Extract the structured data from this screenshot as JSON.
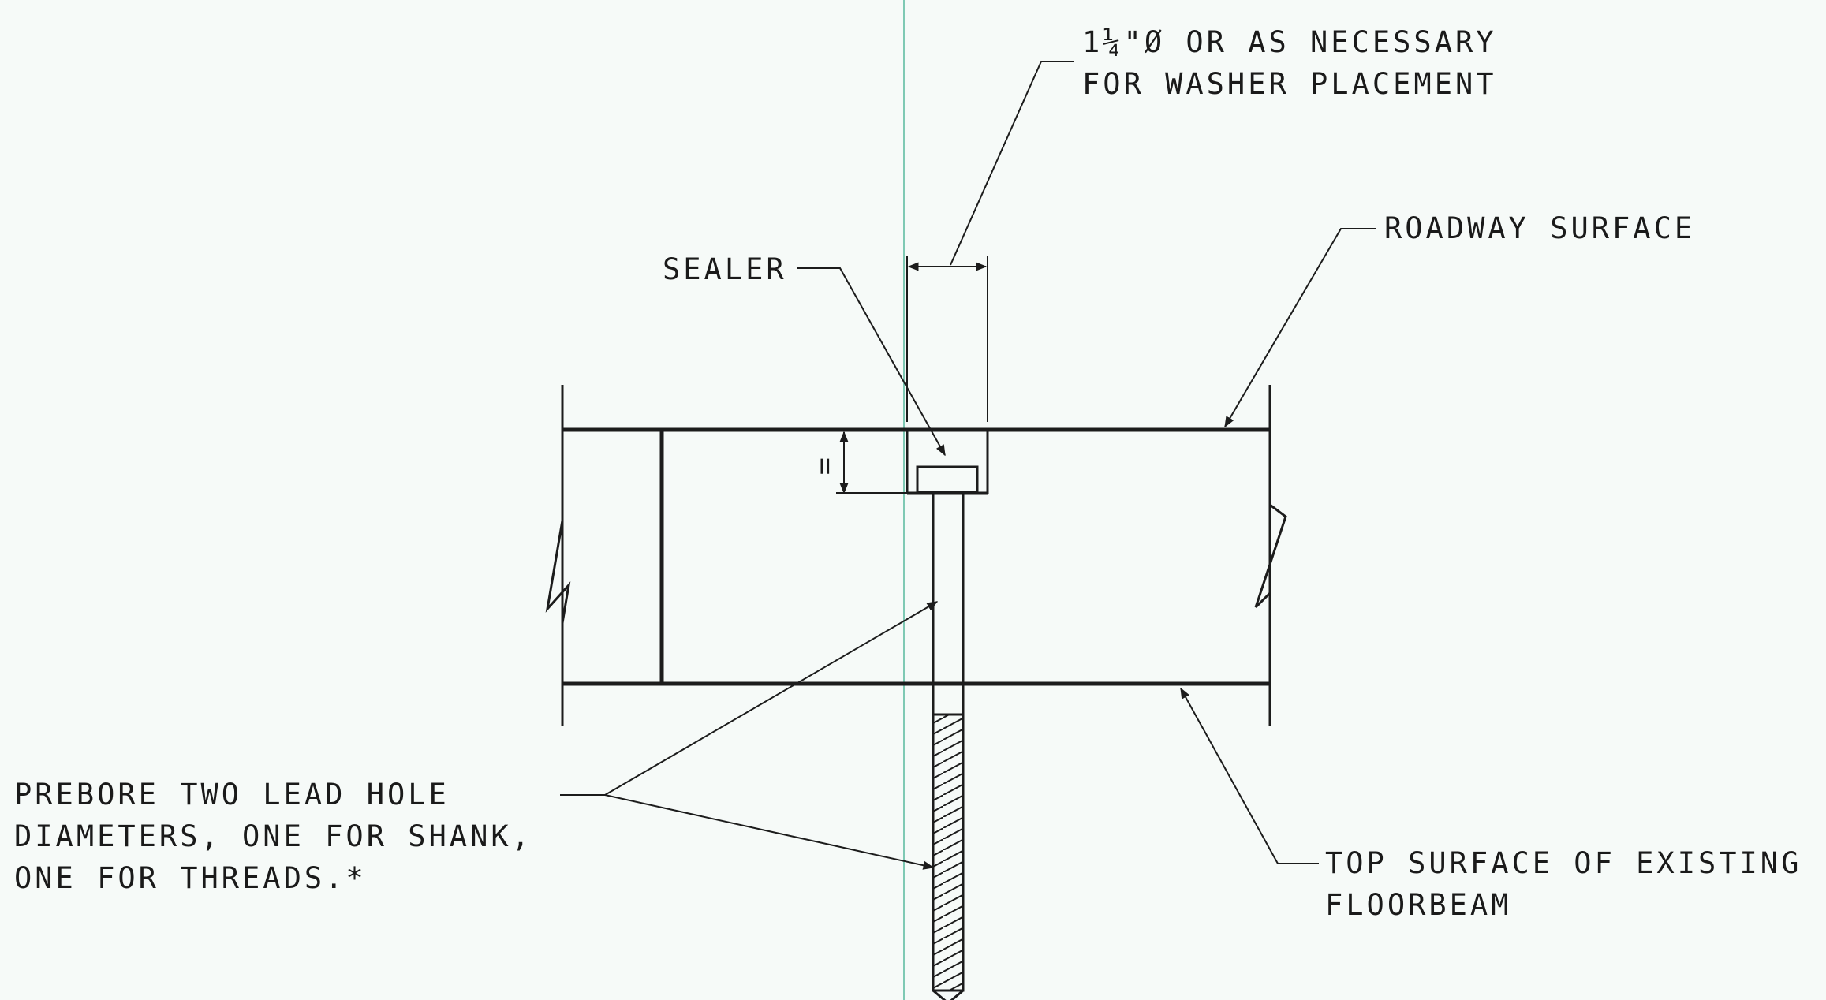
{
  "labels": {
    "dim_note_line1": "1¼\"Ø OR AS NECESSARY",
    "dim_note_line2": "FOR WASHER PLACEMENT",
    "roadway": "ROADWAY SURFACE",
    "sealer": "SEALER",
    "prebore_line1": "PREBORE TWO LEAD HOLE",
    "prebore_line2": "DIAMETERS, ONE FOR SHANK,",
    "prebore_line3": "ONE FOR THREADS.*",
    "floorbeam_line1": "TOP SURFACE OF EXISTING",
    "floorbeam_line2": "FLOORBEAM",
    "depth_mark": "="
  },
  "colors": {
    "ink": "#1c1c1c",
    "paper": "#f6faf8",
    "scan_line": "#7fc9b4"
  }
}
